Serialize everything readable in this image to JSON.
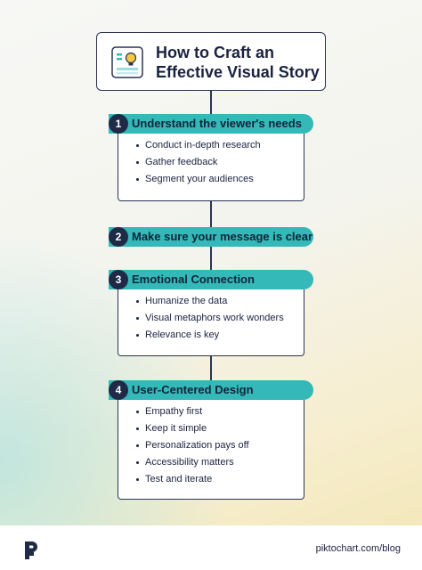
{
  "title": "How to Craft an Effective Visual Story",
  "title_icon": "lightbulb-card-icon",
  "steps": [
    {
      "number": "1",
      "heading": "Understand the viewer's needs",
      "items": [
        "Conduct in-depth research",
        "Gather feedback",
        "Segment your audiences"
      ]
    },
    {
      "number": "2",
      "heading": "Make sure your message is clear",
      "items": []
    },
    {
      "number": "3",
      "heading": "Emotional Connection",
      "items": [
        "Humanize the data",
        "Visual metaphors work wonders",
        "Relevance is key"
      ]
    },
    {
      "number": "4",
      "heading": "User-Centered Design",
      "items": [
        "Empathy first",
        "Keep it simple",
        "Personalization pays off",
        "Accessibility matters",
        "Test and iterate"
      ]
    }
  ],
  "footer": {
    "url": "piktochart.com/blog",
    "logo_icon": "piktochart-logo-icon"
  },
  "colors": {
    "accent": "#35b8b8",
    "dark": "#1f2a47",
    "outline": "#2b3553"
  }
}
